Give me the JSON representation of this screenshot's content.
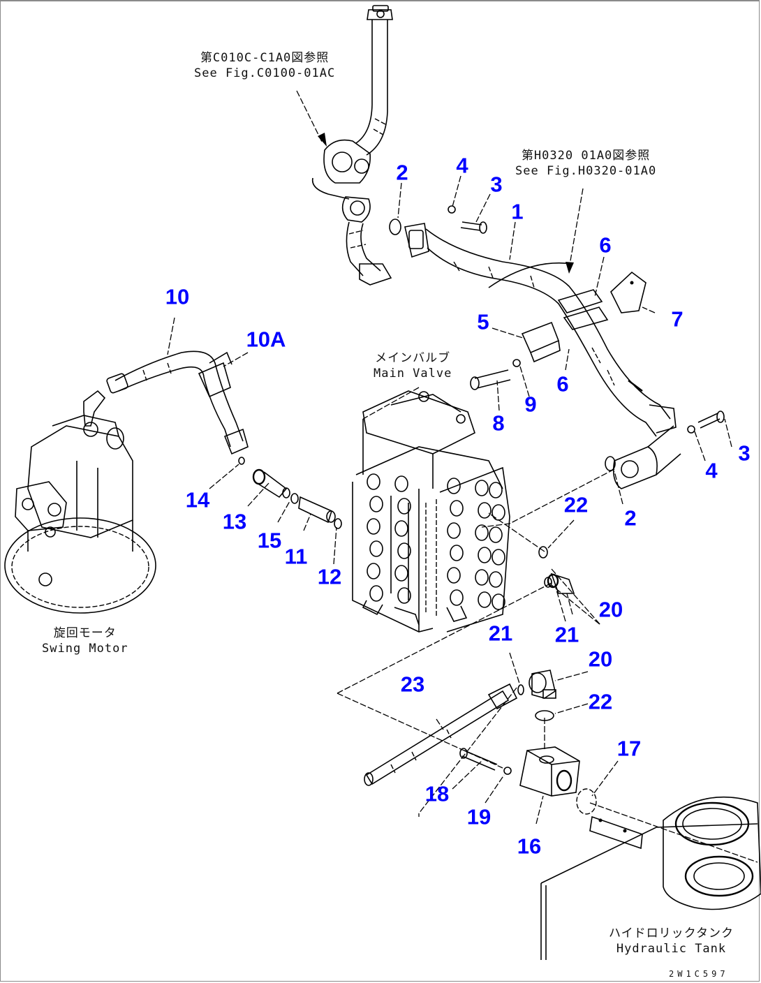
{
  "diagram": {
    "type": "exploded-parts-diagram",
    "title": "Swing motor / main valve / hydraulic tank piping",
    "figure_id": "2W1C597",
    "callout_color": "#0000ff",
    "references": [
      {
        "id": "ref-c0100",
        "jp": "第C010C-C1A0図参照",
        "en": "See Fig.C0100-01AC"
      },
      {
        "id": "ref-h0320",
        "jp": "第H0320 01A0図参照",
        "en": "See Fig.H0320-01A0"
      }
    ],
    "components": [
      {
        "id": "main-valve",
        "jp": "メインバルブ",
        "en": "Main Valve"
      },
      {
        "id": "swing-motor",
        "jp": "旋回モータ",
        "en": "Swing Motor"
      },
      {
        "id": "hydraulic-tank",
        "jp": "ハイドロリックタンク",
        "en": "Hydraulic Tank"
      }
    ],
    "callouts": [
      {
        "label": "1"
      },
      {
        "label": "2"
      },
      {
        "label": "2"
      },
      {
        "label": "3"
      },
      {
        "label": "3"
      },
      {
        "label": "4"
      },
      {
        "label": "4"
      },
      {
        "label": "5"
      },
      {
        "label": "6"
      },
      {
        "label": "6"
      },
      {
        "label": "7"
      },
      {
        "label": "8"
      },
      {
        "label": "9"
      },
      {
        "label": "10"
      },
      {
        "label": "10A"
      },
      {
        "label": "11"
      },
      {
        "label": "12"
      },
      {
        "label": "13"
      },
      {
        "label": "14"
      },
      {
        "label": "15"
      },
      {
        "label": "16"
      },
      {
        "label": "17"
      },
      {
        "label": "18"
      },
      {
        "label": "19"
      },
      {
        "label": "20"
      },
      {
        "label": "20"
      },
      {
        "label": "21"
      },
      {
        "label": "21"
      },
      {
        "label": "22"
      },
      {
        "label": "22"
      },
      {
        "label": "23"
      }
    ]
  }
}
